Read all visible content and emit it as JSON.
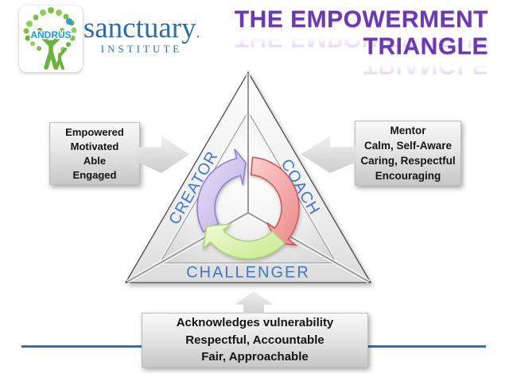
{
  "brand": {
    "org": "ANDRUS",
    "wordmark": "sanctuary",
    "wordmark_dot": ".",
    "institute": "INSTITUTE",
    "wordmark_color": "#2e6da4",
    "tree_green": "#6cb33e",
    "andrus_blue": "#1f9ad6"
  },
  "title": {
    "line1": "THE EMPOWERMENT",
    "line2": "TRIANGLE",
    "color": "#6b3ab0"
  },
  "triangle": {
    "roles": {
      "left": "CREATOR",
      "right": "COACH",
      "bottom": "CHALLENGER"
    },
    "role_color": "#4377c4",
    "cycle": {
      "direction": "clockwise",
      "creator_arc_color": "#bcaae4",
      "coach_arc_color": "#ee8888",
      "challenger_arc_color": "#c9ea8e"
    }
  },
  "callouts": {
    "creator": {
      "lines": [
        "Empowered",
        "Motivated",
        "Able",
        "Engaged"
      ]
    },
    "coach": {
      "lines": [
        "Mentor",
        "Calm, Self-Aware",
        "Caring, Respectful",
        "Encouraging"
      ]
    },
    "challenger": {
      "lines": [
        "Acknowledges vulnerability",
        "Respectful, Accountable",
        "Fair, Approachable"
      ]
    }
  },
  "footer": {
    "rule_color": "#2e74b5"
  }
}
